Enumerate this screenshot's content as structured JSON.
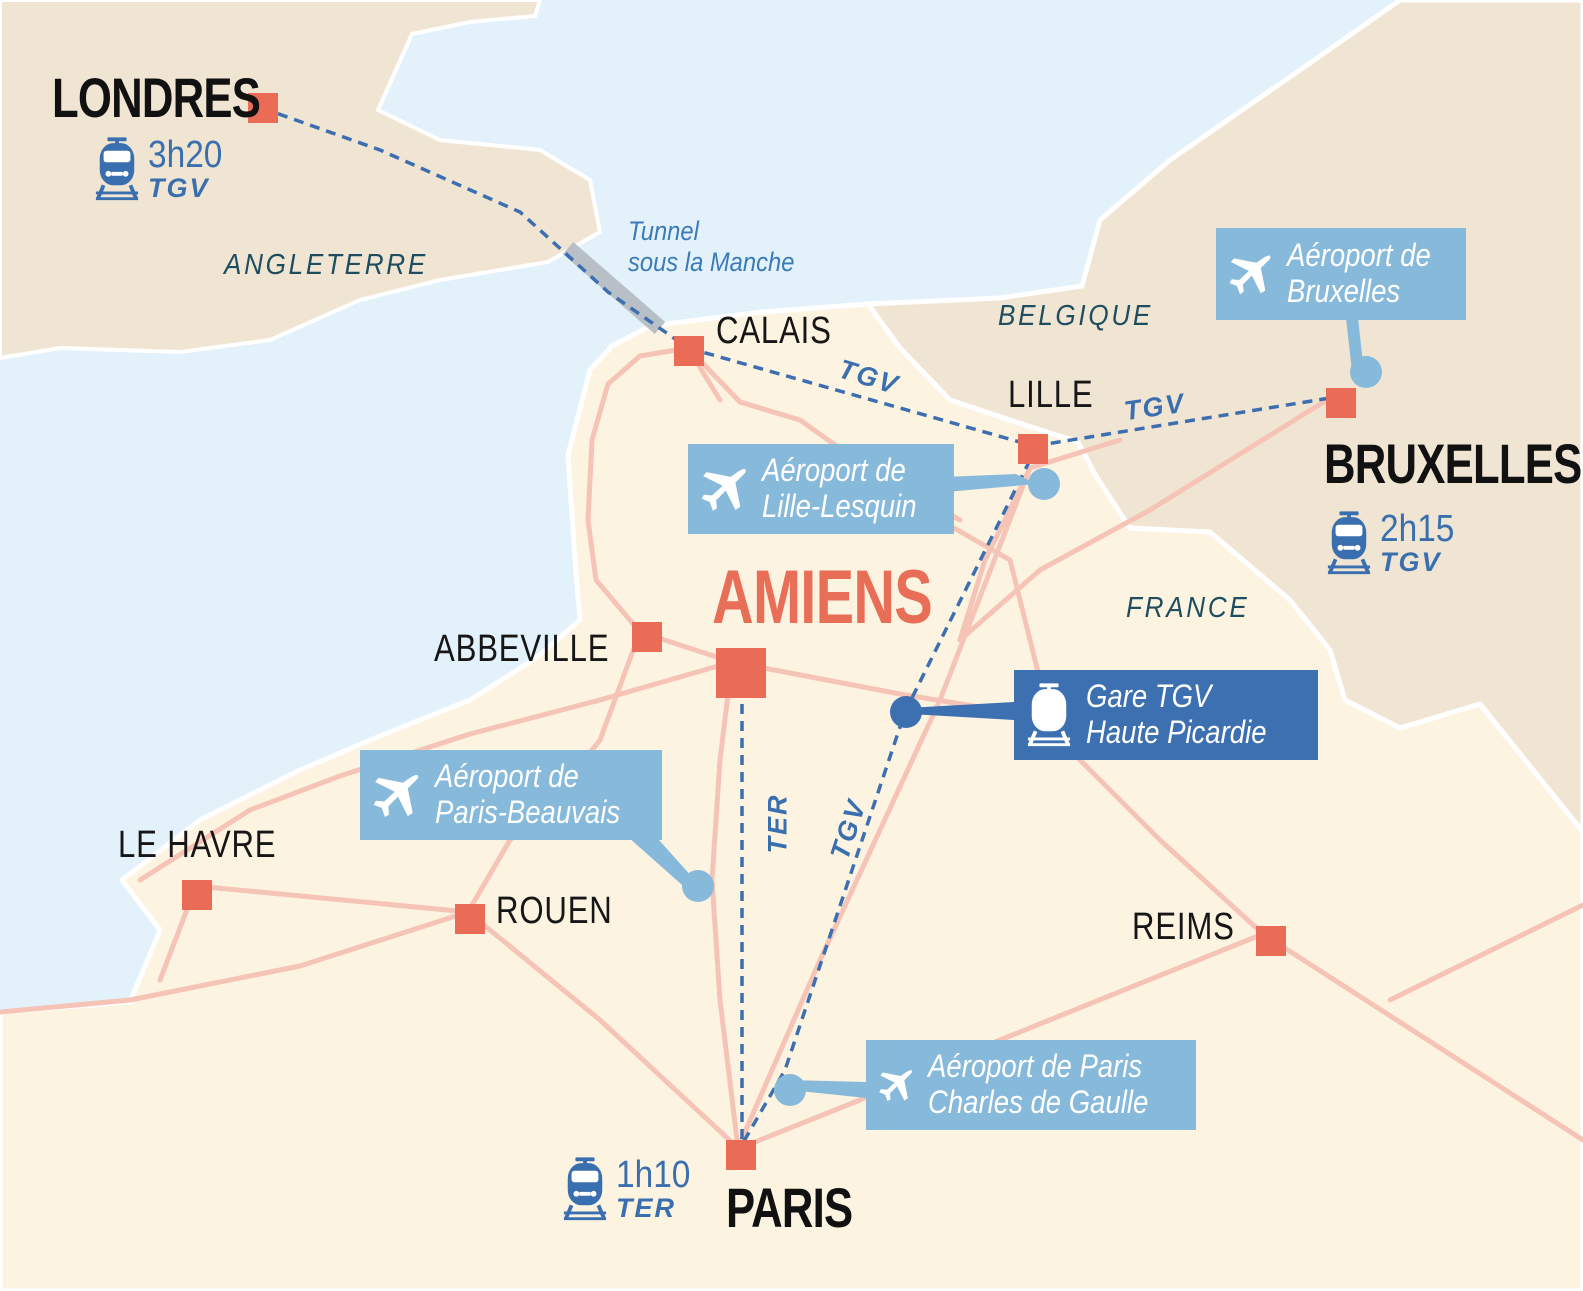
{
  "colors": {
    "sea": "#e3f1fb",
    "land_foreign": "#f0e5d3",
    "land_france": "#fdf3e1",
    "rail": "#f6c4b6",
    "city_marker": "#ea6c56",
    "dashed_line": "#3d6fb0",
    "callout_light": "#87b9db",
    "callout_dark": "#3d70b1",
    "accent_text": "#3a6faf"
  },
  "countries": {
    "angleterre": "ANGLETERRE",
    "belgique": "BELGIQUE",
    "france": "FRANCE"
  },
  "tunnel_label": {
    "line1": "Tunnel",
    "line2": "sous la Manche"
  },
  "cities": {
    "londres": "LONDRES",
    "calais": "CALAIS",
    "lille": "LILLE",
    "bruxelles": "BRUXELLES",
    "amiens": "AMIENS",
    "abbeville": "ABBEVILLE",
    "le_havre": "LE HAVRE",
    "rouen": "ROUEN",
    "reims": "REIMS",
    "paris": "PARIS"
  },
  "line_labels": {
    "tgv_calais_lille": "TGV",
    "tgv_lille_bruxelles": "TGV",
    "ter_amiens_paris": "TER",
    "tgv_lille_paris": "TGV"
  },
  "travel_times": {
    "londres": {
      "time": "3h20",
      "mode": "TGV",
      "icon": "train-icon"
    },
    "bruxelles": {
      "time": "2h15",
      "mode": "TGV",
      "icon": "train-icon"
    },
    "paris": {
      "time": "1h10",
      "mode": "TER",
      "icon": "train-icon"
    }
  },
  "callouts": {
    "bruxelles_airport": {
      "line1": "Aéroport de",
      "line2": "Bruxelles",
      "icon": "airplane-icon"
    },
    "lille_airport": {
      "line1": "Aéroport de",
      "line2": "Lille-Lesquin",
      "icon": "airplane-icon"
    },
    "beauvais_airport": {
      "line1": "Aéroport de",
      "line2": "Paris-Beauvais",
      "icon": "airplane-icon"
    },
    "cdg_airport": {
      "line1": "Aéroport de Paris",
      "line2": "Charles de Gaulle",
      "icon": "airplane-icon"
    },
    "gare_tgv": {
      "line1": "Gare TGV",
      "line2": "Haute Picardie",
      "icon": "train-icon"
    }
  }
}
